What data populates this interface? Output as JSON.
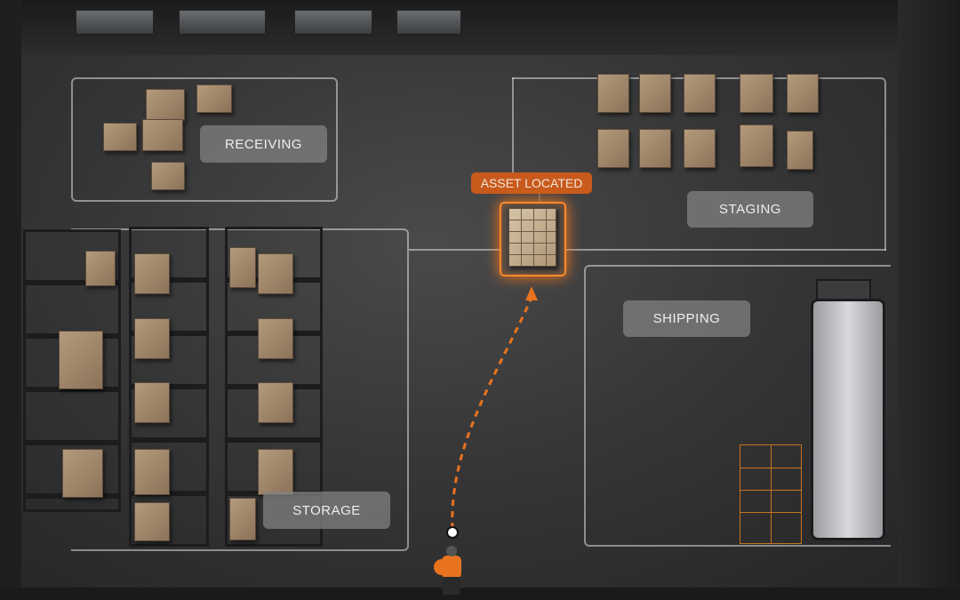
{
  "zones": {
    "receiving": "RECEIVING",
    "staging": "STAGING",
    "storage": "STORAGE",
    "shipping": "SHIPPING"
  },
  "asset": {
    "status_label": "ASSET LOCATED"
  },
  "colors": {
    "accent": "#e8731f",
    "zone_label_bg": "#828284",
    "zone_outline": "#dcdcdc"
  }
}
